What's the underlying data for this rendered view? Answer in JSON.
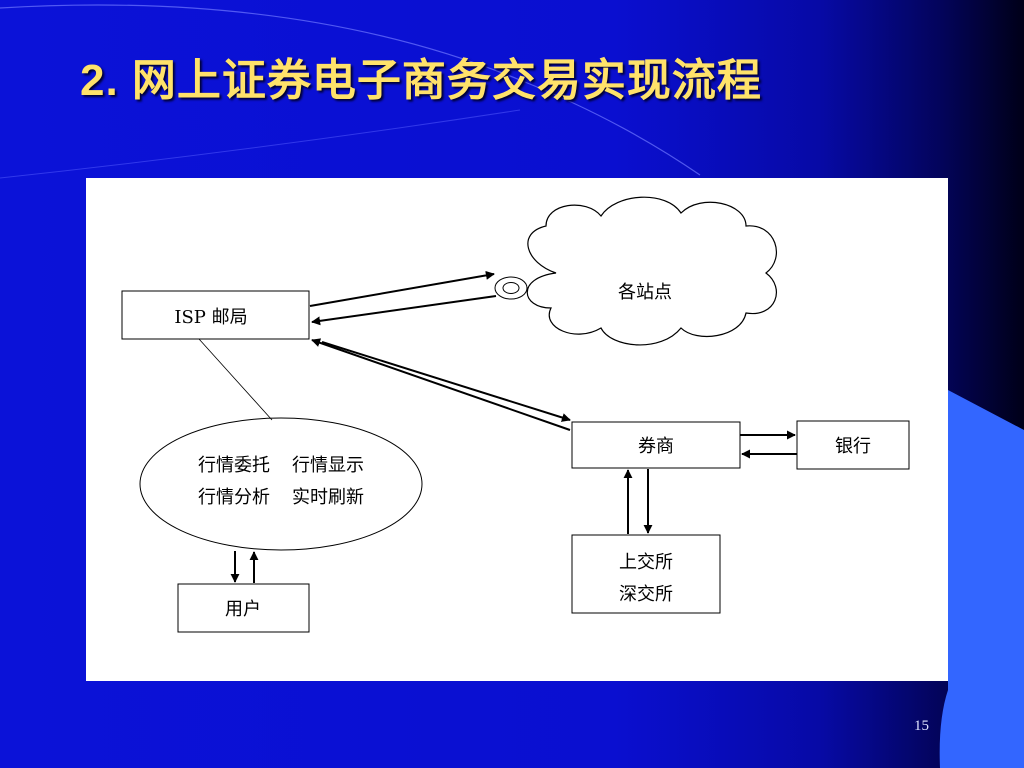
{
  "slide": {
    "title": "2. 网上证券电子商务交易实现流程",
    "page_number": "15"
  },
  "colors": {
    "background": "#0b12d8",
    "title": "#ffe26a",
    "accent_shape": "#3366ff"
  },
  "diagram": {
    "nodes": {
      "isp": "ISP 邮局",
      "sites": "各站点",
      "broker": "券商",
      "bank": "银行",
      "exchange_line1": "上交所",
      "exchange_line2": "深交所",
      "user": "用户",
      "services_row1_a": "行情委托",
      "services_row1_b": "行情显示",
      "services_row2_a": "行情分析",
      "services_row2_b": "实时刷新"
    }
  }
}
